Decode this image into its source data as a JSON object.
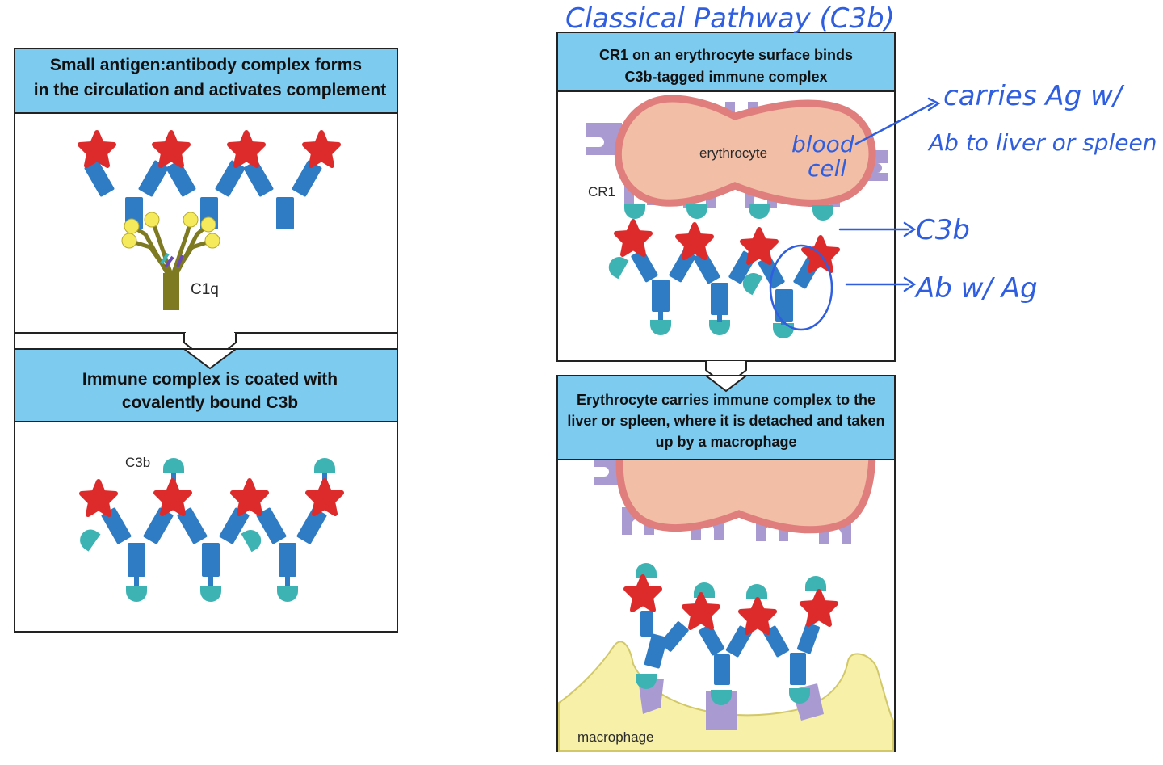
{
  "colors": {
    "header_bg": "#7ecbf0",
    "antigen": "#dd2a2a",
    "antibody": "#2f7cc5",
    "c3b": "#3db3b3",
    "c1q_stalk": "#7d7a22",
    "c1q_heads": "#f4ea5c",
    "cr1": "#a99ad2",
    "erythrocyte_fill": "#f2bea6",
    "erythrocyte_border": "#e07d7d",
    "macrophage": "#f7f0a8",
    "ink": "#2f5fe0"
  },
  "panels": {
    "p1": {
      "header_line1": "Small antigen:antibody complex forms",
      "header_line2": "in the circulation and activates complement",
      "label_c1q": "C1q"
    },
    "p2": {
      "header_line1": "Immune complex is coated with",
      "header_line2": "covalently bound C3b",
      "label_c3b": "C3b"
    },
    "p3": {
      "header_line1": "CR1 on an erythrocyte surface binds",
      "header_line2": "C3b-tagged immune complex",
      "label_erythrocyte": "erythrocyte",
      "label_cr1": "CR1"
    },
    "p4": {
      "header_line1": "Erythrocyte carries immune complex to the",
      "header_line2": "liver or spleen, where it is detached and taken",
      "header_line3": "up by a macrophage",
      "label_macrophage": "macrophage"
    }
  },
  "annotations": {
    "title": "Classical Pathway (C3b)",
    "note_blood_1": "blood",
    "note_blood_2": "cell",
    "note_carries_1": "carries Ag w/",
    "note_carries_2": "Ab to liver or spleen",
    "note_c3b": "C3b",
    "note_ab": "Ab w/ Ag"
  }
}
